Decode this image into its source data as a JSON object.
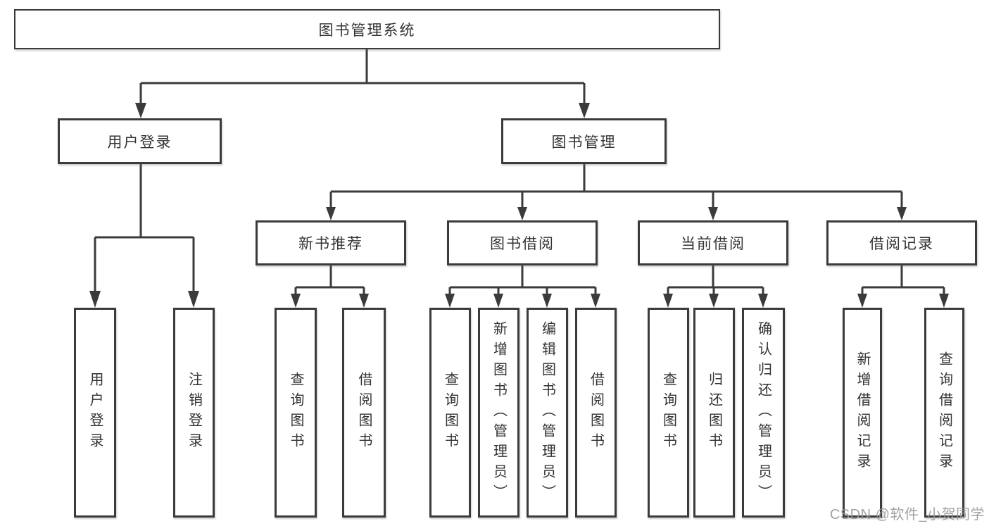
{
  "diagram": {
    "root": "图书管理系统",
    "children": [
      {
        "label": "用户登录",
        "children": [
          "用户登录",
          "注销登录"
        ]
      },
      {
        "label": "图书管理",
        "children": [
          {
            "label": "新书推荐",
            "children": [
              "查询图书",
              "借阅图书"
            ]
          },
          {
            "label": "图书借阅",
            "children": [
              "查询图书",
              "新增图书（管理员）",
              "编辑图书（管理员）",
              "借阅图书"
            ]
          },
          {
            "label": "当前借阅",
            "children": [
              "查询图书",
              "归还图书",
              "确认归还（管理员）"
            ]
          },
          {
            "label": "借阅记录",
            "children": [
              "新增借阅记录",
              "查询借阅记录"
            ]
          }
        ]
      }
    ]
  },
  "watermark": "CSDN @软件_小贺同学",
  "colors": {
    "line": "#3b3b3b",
    "box_border": "#3b3b3b",
    "text": "#333333",
    "background": "#ffffff",
    "watermark": "#989898"
  }
}
